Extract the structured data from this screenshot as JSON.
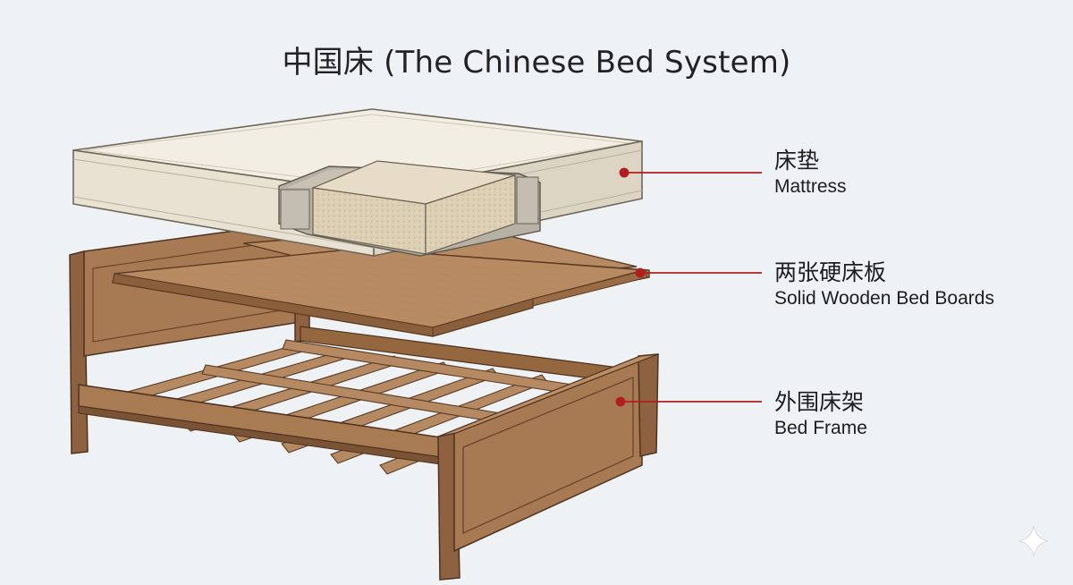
{
  "title": "中国床  (The Chinese Bed System)",
  "colors": {
    "leader": "#b21e1e",
    "wood_mid": "#a37550",
    "wood_light": "#bb8e66",
    "wood_dark": "#6f4a2d",
    "mattress": "#f1ece0",
    "filling": "#d9cbb0"
  },
  "labels": [
    {
      "zh": "床垫",
      "en": "Mattress"
    },
    {
      "zh": "两张硬床板",
      "en": "Solid Wooden Bed Boards"
    },
    {
      "zh": "外围床架",
      "en": "Bed Frame"
    }
  ],
  "icons": {
    "corner": "sparkle-icon"
  }
}
